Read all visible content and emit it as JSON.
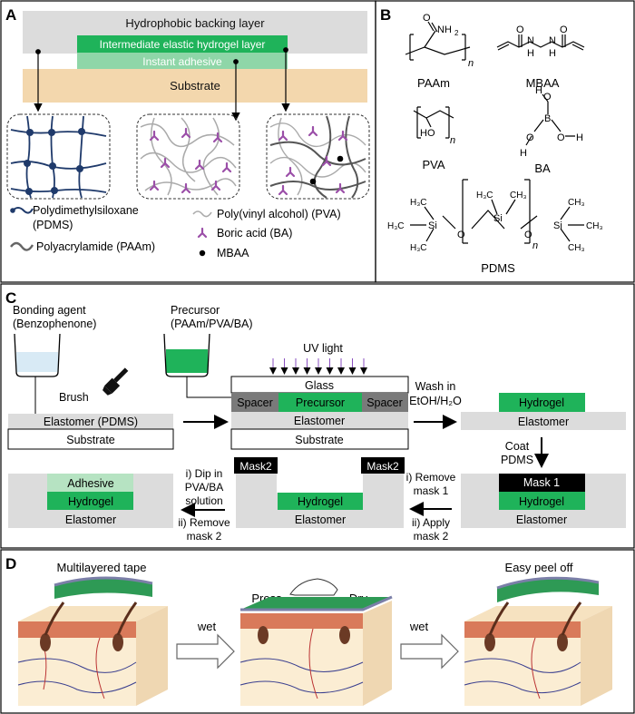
{
  "panel_a": {
    "letter": "A",
    "backing_label": "Hydrophobic backing layer",
    "hydrogel_label": "Intermediate elastic hydrogel layer",
    "adhesive_label": "Instant adhesive",
    "substrate_label": "Substrate",
    "legend": {
      "pdms_1": "Polydimethylsiloxane",
      "pdms_2": "(PDMS)",
      "paam": "Polyacrylamide (PAAm)",
      "pva": "Poly(vinyl alcohol) (PVA)",
      "ba": "Boric acid (BA)",
      "mbaa": "MBAA"
    }
  },
  "panel_b": {
    "letter": "B",
    "paam": {
      "name": "PAAm",
      "group": "NH",
      "sub": "2",
      "o": "O",
      "n": "n"
    },
    "mbaa": {
      "name": "MBAA",
      "o": "O",
      "nh": "H",
      "n": "N"
    },
    "pva": {
      "name": "PVA",
      "ho": "HO",
      "n": "n"
    },
    "ba": {
      "name": "BA",
      "h": "H",
      "o": "O",
      "b": "B"
    },
    "pdms": {
      "name": "PDMS",
      "si": "Si",
      "o": "O",
      "h3c": "H₃C",
      "ch3": "CH₃",
      "n": "n"
    }
  },
  "panel_c": {
    "letter": "C",
    "bonding_agent_1": "Bonding agent",
    "bonding_agent_2": "(Benzophenone)",
    "precursor_1": "Precursor",
    "precursor_2": "(PAAm/PVA/BA)",
    "uv": "UV light",
    "brush": "Brush",
    "glass": "Glass",
    "spacer": "Spacer",
    "precursor_layer": "Precursor",
    "elastomer_pdms": "Elastomer (PDMS)",
    "elastomer": "Elastomer",
    "substrate": "Substrate",
    "wash_1": "Wash in",
    "wash_2": "EtOH/H₂O",
    "hydrogel": "Hydrogel",
    "coat_1": "Coat",
    "coat_2": "PDMS",
    "mask1": "Mask 1",
    "mask2": "Mask2",
    "remove_mask1_1": "i) Remove",
    "remove_mask1_2": "mask 1",
    "apply_mask2_1": "ii) Apply",
    "apply_mask2_2": "mask 2",
    "dip_1": "i) Dip in",
    "dip_2": "PVA/BA",
    "dip_3": "solution",
    "remove_mask2_1": "ii) Remove",
    "remove_mask2_2": "mask 2",
    "adhesive": "Adhesive"
  },
  "panel_d": {
    "letter": "D",
    "tape": "Multilayered tape",
    "wet1": "wet",
    "press": "Press",
    "dry": "Dry",
    "wet2": "wet",
    "peel": "Easy peel off"
  },
  "colors": {
    "grey_layer": "#dcdcdc",
    "hydrogel_green": "#1fb35a",
    "adhesive_green": "#8fd6a8",
    "substrate_tan": "#f3d7ad",
    "pdms_blue": "#1f3a6b",
    "ba_purple": "#9b4fa8",
    "uv_purple": "#8a4fc0"
  }
}
